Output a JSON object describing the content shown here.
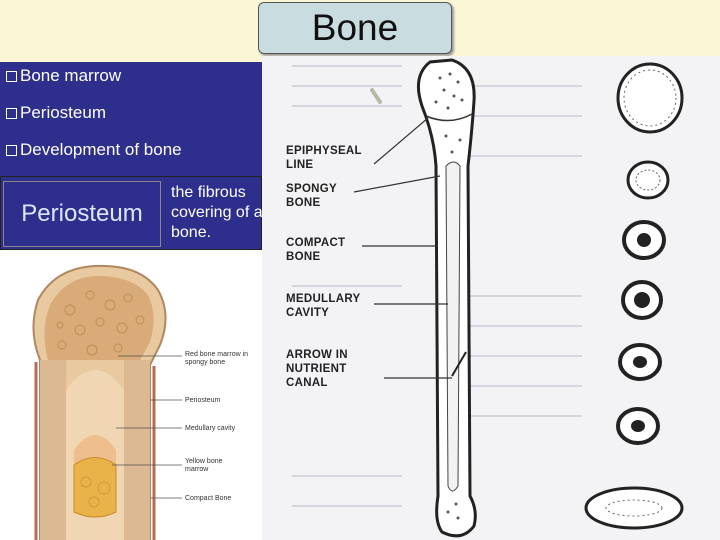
{
  "slide": {
    "title": "Bone",
    "bullets": [
      {
        "text": "Bone marrow"
      },
      {
        "text": "Periosteum"
      },
      {
        "text": "Development of bone"
      }
    ],
    "definition": {
      "term": "Periosteum",
      "text": "the fibrous covering of a bone."
    }
  },
  "long_bone_diagram": {
    "labels": [
      "EPIPHYSEAL LINE",
      "SPONGY BONE",
      "COMPACT BONE",
      "MEDULLARY CAVITY",
      "ARROW IN NUTRIENT CANAL"
    ]
  },
  "marrow_illustration": {
    "labels": [
      "Red bone marrow in spongy bone",
      "Periosteum",
      "Medullary cavity",
      "Yellow bone marrow",
      "Compact Bone"
    ]
  },
  "colors": {
    "background": "#fbf7d6",
    "panel": "#2e2f8c",
    "title_box": "#c9dde1"
  }
}
